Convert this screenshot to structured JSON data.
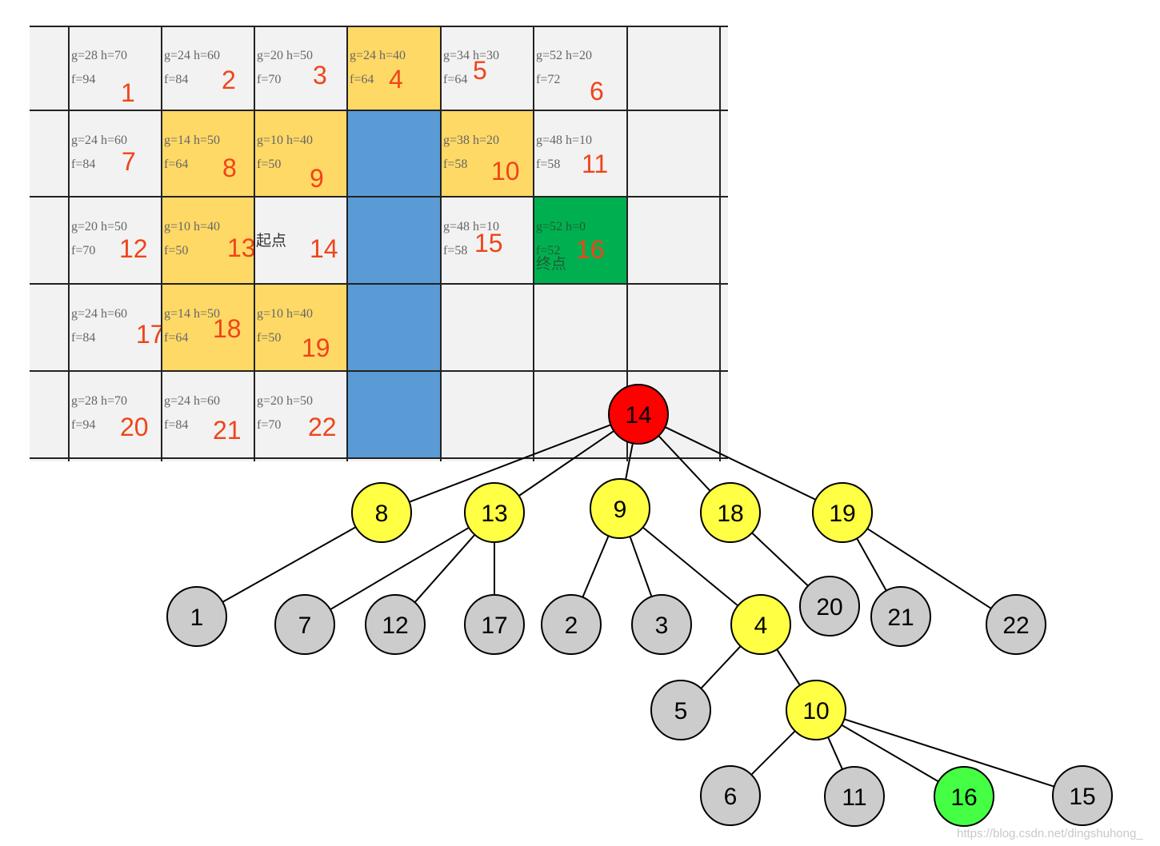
{
  "grid": {
    "rows": 5,
    "cols": 7,
    "cells": [
      {
        "row": 0,
        "col": 0,
        "id": "1",
        "g": "g=28",
        "h": "h=70",
        "f": "f=94",
        "state": "normal"
      },
      {
        "row": 0,
        "col": 1,
        "id": "2",
        "g": "g=24",
        "h": "h=60",
        "f": "f=84",
        "state": "normal"
      },
      {
        "row": 0,
        "col": 2,
        "id": "3",
        "g": "g=20",
        "h": "h=50",
        "f": "f=70",
        "state": "normal"
      },
      {
        "row": 0,
        "col": 3,
        "id": "4",
        "g": "g=24",
        "h": "h=40",
        "f": "f=64",
        "state": "path"
      },
      {
        "row": 0,
        "col": 4,
        "id": "5",
        "g": "g=34",
        "h": "h=30",
        "f": "f=64",
        "state": "normal"
      },
      {
        "row": 0,
        "col": 5,
        "id": "6",
        "g": "g=52",
        "h": "h=20",
        "f": "f=72",
        "state": "normal"
      },
      {
        "row": 0,
        "col": 6,
        "id": "",
        "g": "",
        "h": "",
        "f": "",
        "state": "normal"
      },
      {
        "row": 1,
        "col": 0,
        "id": "7",
        "g": "g=24",
        "h": "h=60",
        "f": "f=84",
        "state": "normal"
      },
      {
        "row": 1,
        "col": 1,
        "id": "8",
        "g": "g=14",
        "h": "h=50",
        "f": "f=64",
        "state": "path"
      },
      {
        "row": 1,
        "col": 2,
        "id": "9",
        "g": "g=10",
        "h": "h=40",
        "f": "f=50",
        "state": "path"
      },
      {
        "row": 1,
        "col": 3,
        "id": "",
        "g": "",
        "h": "",
        "f": "",
        "state": "wall"
      },
      {
        "row": 1,
        "col": 4,
        "id": "10",
        "g": "g=38",
        "h": "h=20",
        "f": "f=58",
        "state": "path"
      },
      {
        "row": 1,
        "col": 5,
        "id": "11",
        "g": "g=48",
        "h": "h=10",
        "f": "f=58",
        "state": "normal"
      },
      {
        "row": 1,
        "col": 6,
        "id": "",
        "g": "",
        "h": "",
        "f": "",
        "state": "normal"
      },
      {
        "row": 2,
        "col": 0,
        "id": "12",
        "g": "g=20",
        "h": "h=50",
        "f": "f=70",
        "state": "normal"
      },
      {
        "row": 2,
        "col": 1,
        "id": "13",
        "g": "g=10",
        "h": "h=40",
        "f": "f=50",
        "state": "path"
      },
      {
        "row": 2,
        "col": 2,
        "id": "14",
        "g": "",
        "h": "",
        "f": "",
        "state": "start",
        "label": "起点"
      },
      {
        "row": 2,
        "col": 3,
        "id": "",
        "g": "",
        "h": "",
        "f": "",
        "state": "wall"
      },
      {
        "row": 2,
        "col": 4,
        "id": "15",
        "g": "g=48",
        "h": "h=10",
        "f": "f=58",
        "state": "normal"
      },
      {
        "row": 2,
        "col": 5,
        "id": "16",
        "g": "g=52",
        "h": "h=0",
        "f": "f=52",
        "state": "end",
        "label": "终点"
      },
      {
        "row": 2,
        "col": 6,
        "id": "",
        "g": "",
        "h": "",
        "f": "",
        "state": "normal"
      },
      {
        "row": 3,
        "col": 0,
        "id": "17",
        "g": "g=24",
        "h": "h=60",
        "f": "f=84",
        "state": "normal"
      },
      {
        "row": 3,
        "col": 1,
        "id": "18",
        "g": "g=14",
        "h": "h=50",
        "f": "f=64",
        "state": "path"
      },
      {
        "row": 3,
        "col": 2,
        "id": "19",
        "g": "g=10",
        "h": "h=40",
        "f": "f=50",
        "state": "path"
      },
      {
        "row": 3,
        "col": 3,
        "id": "",
        "g": "",
        "h": "",
        "f": "",
        "state": "wall"
      },
      {
        "row": 3,
        "col": 4,
        "id": "",
        "g": "",
        "h": "",
        "f": "",
        "state": "normal"
      },
      {
        "row": 3,
        "col": 5,
        "id": "",
        "g": "",
        "h": "",
        "f": "",
        "state": "normal"
      },
      {
        "row": 3,
        "col": 6,
        "id": "",
        "g": "",
        "h": "",
        "f": "",
        "state": "normal"
      },
      {
        "row": 4,
        "col": 0,
        "id": "20",
        "g": "g=28",
        "h": "h=70",
        "f": "f=94",
        "state": "normal"
      },
      {
        "row": 4,
        "col": 1,
        "id": "21",
        "g": "g=24",
        "h": "h=60",
        "f": "f=84",
        "state": "normal"
      },
      {
        "row": 4,
        "col": 2,
        "id": "22",
        "g": "g=20",
        "h": "h=50",
        "f": "f=70",
        "state": "normal"
      },
      {
        "row": 4,
        "col": 3,
        "id": "",
        "g": "",
        "h": "",
        "f": "",
        "state": "wall"
      },
      {
        "row": 4,
        "col": 4,
        "id": "",
        "g": "",
        "h": "",
        "f": "",
        "state": "normal"
      },
      {
        "row": 4,
        "col": 5,
        "id": "",
        "g": "",
        "h": "",
        "f": "",
        "state": "normal"
      },
      {
        "row": 4,
        "col": 6,
        "id": "",
        "g": "",
        "h": "",
        "f": "",
        "state": "normal"
      }
    ]
  },
  "colors": {
    "grid_bg": "#f2f2f2",
    "path": "#ffd966",
    "wall": "#5b9bd5",
    "end": "#00b050",
    "number": "#f0441a",
    "root_node": "#ff0000",
    "expanded_node": "#ffff44",
    "leaf_node": "#cccccc",
    "goal_node": "#44ff44"
  },
  "tree": {
    "nodes": [
      {
        "id": "n14",
        "label": "14",
        "type": "root"
      },
      {
        "id": "n8",
        "label": "8",
        "type": "expanded"
      },
      {
        "id": "n13",
        "label": "13",
        "type": "expanded"
      },
      {
        "id": "n9",
        "label": "9",
        "type": "expanded"
      },
      {
        "id": "n18",
        "label": "18",
        "type": "expanded"
      },
      {
        "id": "n19",
        "label": "19",
        "type": "expanded"
      },
      {
        "id": "n1",
        "label": "1",
        "type": "leaf"
      },
      {
        "id": "n7",
        "label": "7",
        "type": "leaf"
      },
      {
        "id": "n12",
        "label": "12",
        "type": "leaf"
      },
      {
        "id": "n17",
        "label": "17",
        "type": "leaf"
      },
      {
        "id": "n2",
        "label": "2",
        "type": "leaf"
      },
      {
        "id": "n3",
        "label": "3",
        "type": "leaf"
      },
      {
        "id": "n4",
        "label": "4",
        "type": "expanded"
      },
      {
        "id": "n20",
        "label": "20",
        "type": "leaf"
      },
      {
        "id": "n21",
        "label": "21",
        "type": "leaf"
      },
      {
        "id": "n22",
        "label": "22",
        "type": "leaf"
      },
      {
        "id": "n5",
        "label": "5",
        "type": "leaf"
      },
      {
        "id": "n10",
        "label": "10",
        "type": "expanded"
      },
      {
        "id": "n6",
        "label": "6",
        "type": "leaf"
      },
      {
        "id": "n11",
        "label": "11",
        "type": "leaf"
      },
      {
        "id": "n16",
        "label": "16",
        "type": "goal"
      },
      {
        "id": "n15",
        "label": "15",
        "type": "leaf"
      }
    ],
    "edges": [
      [
        "n14",
        "n8"
      ],
      [
        "n14",
        "n13"
      ],
      [
        "n14",
        "n9"
      ],
      [
        "n14",
        "n18"
      ],
      [
        "n14",
        "n19"
      ],
      [
        "n8",
        "n1"
      ],
      [
        "n13",
        "n7"
      ],
      [
        "n13",
        "n12"
      ],
      [
        "n13",
        "n17"
      ],
      [
        "n9",
        "n2"
      ],
      [
        "n9",
        "n3"
      ],
      [
        "n9",
        "n4"
      ],
      [
        "n18",
        "n20"
      ],
      [
        "n19",
        "n21"
      ],
      [
        "n19",
        "n22"
      ],
      [
        "n4",
        "n5"
      ],
      [
        "n4",
        "n10"
      ],
      [
        "n10",
        "n6"
      ],
      [
        "n10",
        "n11"
      ],
      [
        "n10",
        "n16"
      ],
      [
        "n10",
        "n15"
      ]
    ]
  },
  "watermark": "https://blog.csdn.net/dingshuhong_"
}
